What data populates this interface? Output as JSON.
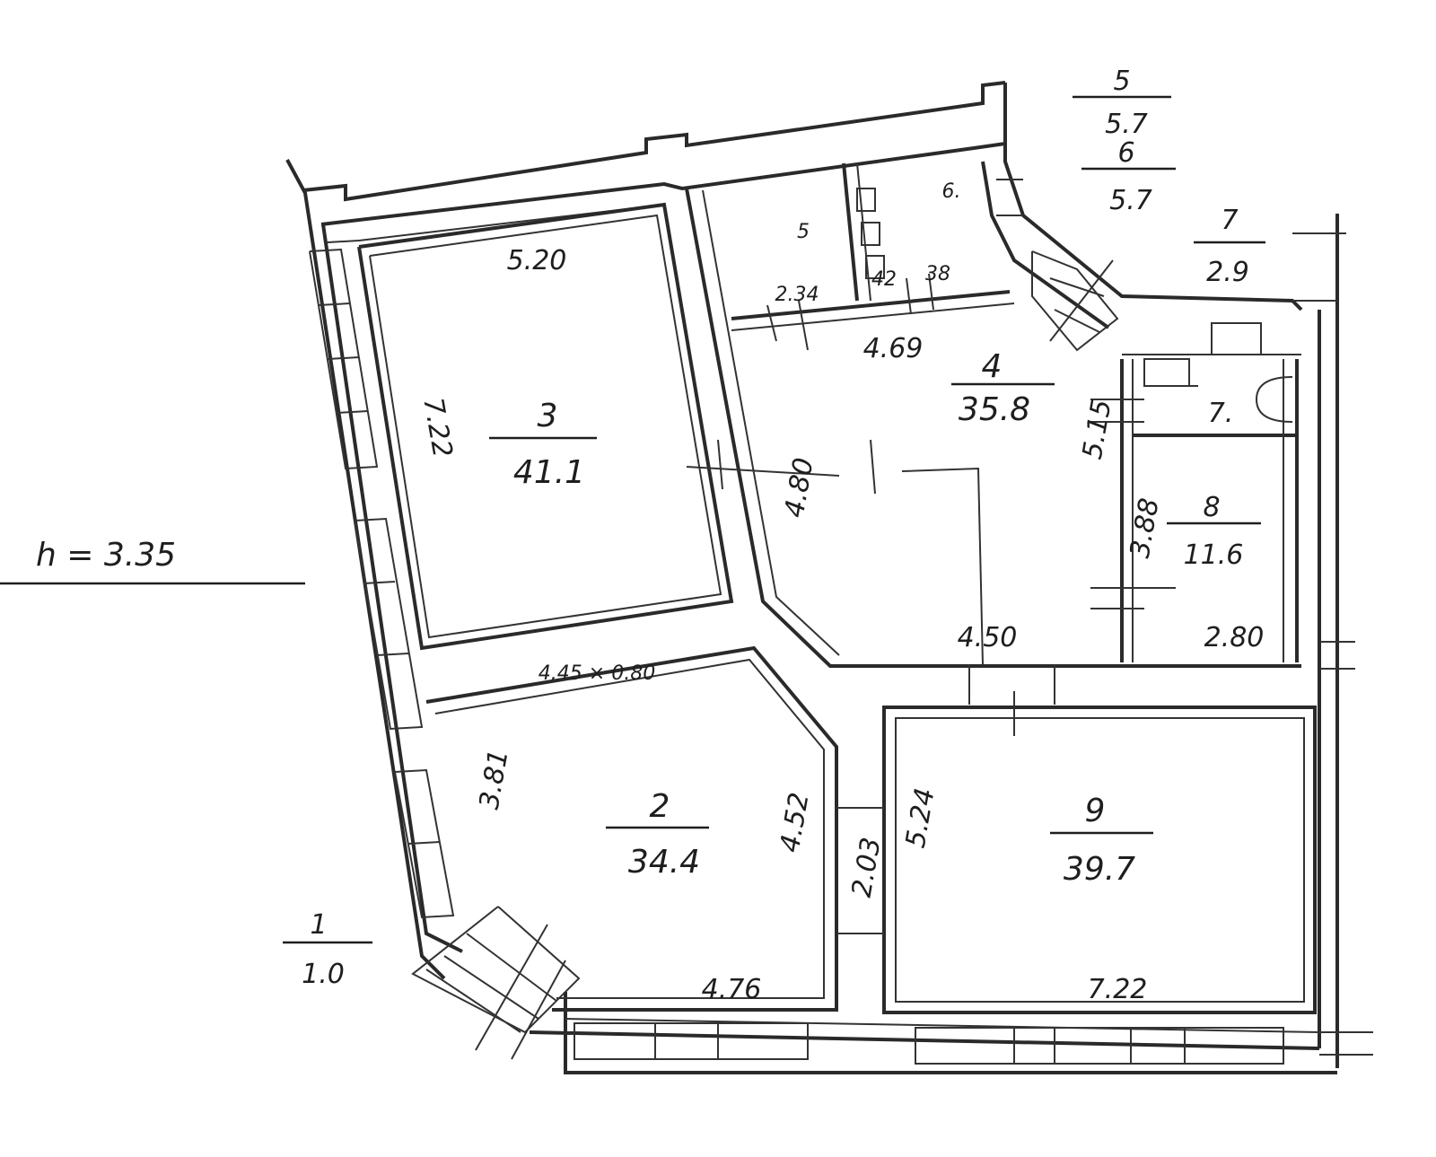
{
  "height_note": "h = 3.35",
  "rooms": [
    {
      "number": "1",
      "area": "1.0"
    },
    {
      "number": "2",
      "area": "34.4"
    },
    {
      "number": "3",
      "area": "41.1"
    },
    {
      "number": "4",
      "area": "35.8"
    },
    {
      "number": "5",
      "area": "5.7"
    },
    {
      "number": "6",
      "area": "5.7"
    },
    {
      "number": "7",
      "area": "2.9"
    },
    {
      "number": "8",
      "area": "11.6"
    },
    {
      "number": "9",
      "area": "39.7"
    }
  ],
  "small_room_marks": {
    "r5": "5",
    "r6": "6.",
    "r7": "7."
  },
  "dimensions": {
    "d520": "5.20",
    "d722v": "7.22",
    "d234": "2.34",
    "d42": "42",
    "d38": "38",
    "d469": "4.69",
    "d480": "4.80",
    "d515": "5.15",
    "d388": "3.88",
    "d450": "4.50",
    "d280": "2.80",
    "d445": "4.45 × 0.80",
    "d381": "3.81",
    "d452": "4.52",
    "d203": "2.03",
    "d524": "5.24",
    "d476": "4.76",
    "d722h": "7.22"
  }
}
